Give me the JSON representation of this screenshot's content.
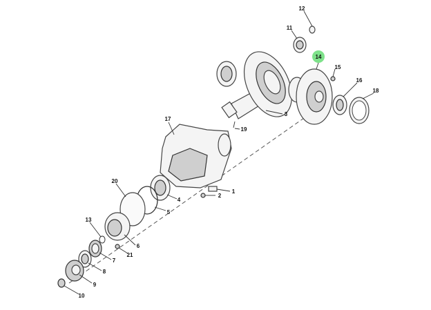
{
  "diagram": {
    "highlight_color": "#7ee28a",
    "highlighted_part": "14",
    "callouts": {
      "p1": "1",
      "p2": "2",
      "p3": "3",
      "p4": "4",
      "p5": "5",
      "p6": "6",
      "p7": "7",
      "p8": "8",
      "p9": "9",
      "p10": "10",
      "p11": "11",
      "p12": "12",
      "p13": "13",
      "p14": "14",
      "p15": "15",
      "p16": "16",
      "p17": "17",
      "p18": "18",
      "p19": "19",
      "p20": "20",
      "p21": "21"
    }
  }
}
